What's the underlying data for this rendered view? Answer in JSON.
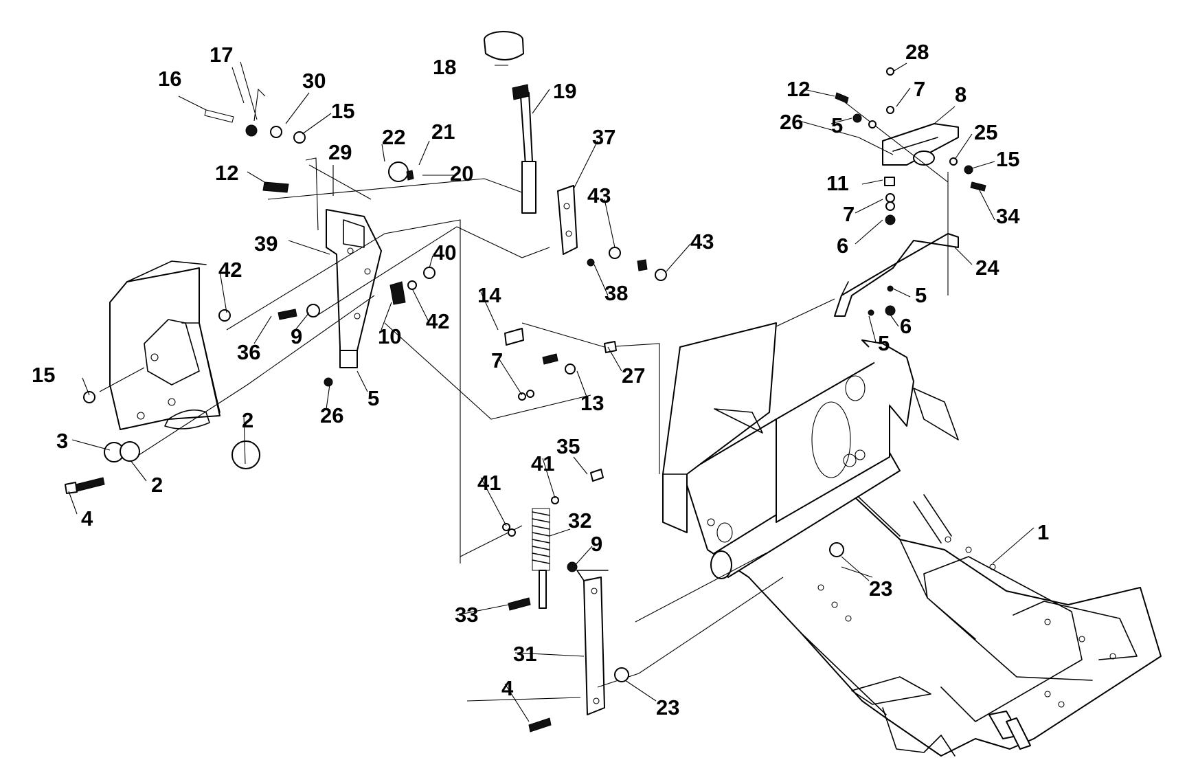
{
  "callouts": {
    "c1": "1",
    "c2a": "2",
    "c2b": "2",
    "c3": "3",
    "c4a": "4",
    "c4b": "4",
    "c5a": "5",
    "c5b": "5",
    "c5c": "5",
    "c5d": "5",
    "c6a": "6",
    "c6b": "6",
    "c7a": "7",
    "c7b": "7",
    "c7c": "7",
    "c8": "8",
    "c9a": "9",
    "c9b": "9",
    "c10": "10",
    "c11": "11",
    "c12a": "12",
    "c12b": "12",
    "c13": "13",
    "c14": "14",
    "c15a": "15",
    "c15b": "15",
    "c15c": "15",
    "c16": "16",
    "c17": "17",
    "c18": "18",
    "c19": "19",
    "c20": "20",
    "c21": "21",
    "c22": "22",
    "c23a": "23",
    "c23b": "23",
    "c24": "24",
    "c25": "25",
    "c26a": "26",
    "c26b": "26",
    "c27": "27",
    "c28": "28",
    "c29": "29",
    "c30": "30",
    "c31": "31",
    "c32": "32",
    "c33": "33",
    "c34": "34",
    "c35": "35",
    "c36": "36",
    "c37": "37",
    "c38": "38",
    "c39": "39",
    "c40": "40",
    "c41a": "41",
    "c41b": "41",
    "c42a": "42",
    "c42b": "42",
    "c43a": "43",
    "c43b": "43"
  }
}
